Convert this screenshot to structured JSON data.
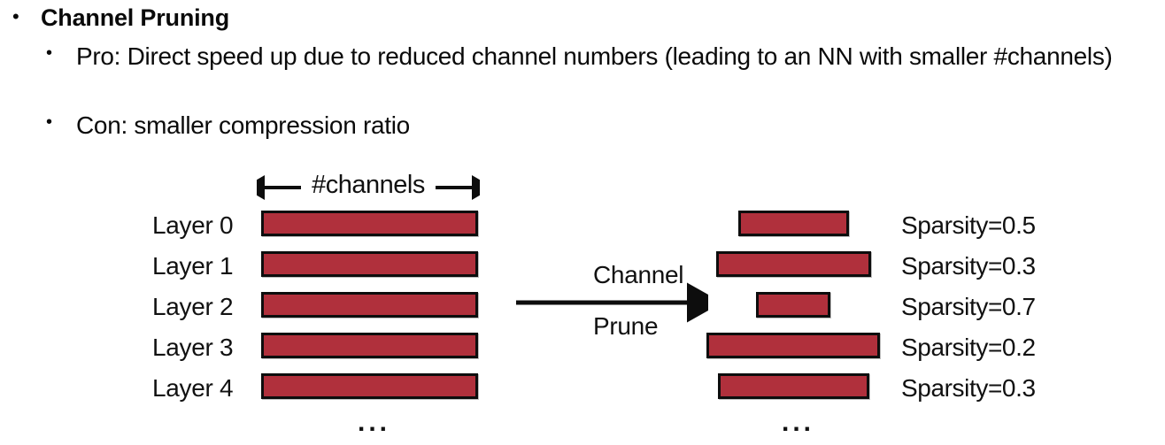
{
  "slide": {
    "title": "Channel Pruning",
    "bullets": [
      {
        "level": 1,
        "text": "Channel Pruning"
      },
      {
        "level": 2,
        "text": "Pro: Direct speed up due to reduced channel numbers (leading to an NN with smaller #channels)"
      },
      {
        "level": 2,
        "text": "Con: smaller compression ratio"
      }
    ]
  },
  "diagram": {
    "measure_label": "#channels",
    "transform_label_top": "Channel",
    "transform_label_bottom": "Prune",
    "ellipsis_left": "...",
    "ellipsis_right": "...",
    "bar_color": "#b0303c",
    "border_color": "#0d0d0d",
    "layers": [
      {
        "name": "Layer 0",
        "sparsity_label": "Sparsity=0.5",
        "sparsity": 0.5,
        "before_width": 245,
        "after_width": 125
      },
      {
        "name": "Layer 1",
        "sparsity_label": "Sparsity=0.3",
        "sparsity": 0.3,
        "before_width": 245,
        "after_width": 175
      },
      {
        "name": "Layer 2",
        "sparsity_label": "Sparsity=0.7",
        "sparsity": 0.7,
        "before_width": 245,
        "after_width": 84
      },
      {
        "name": "Layer 3",
        "sparsity_label": "Sparsity=0.2",
        "sparsity": 0.2,
        "before_width": 245,
        "after_width": 196
      },
      {
        "name": "Layer 4",
        "sparsity_label": "Sparsity=0.3",
        "sparsity": 0.3,
        "before_width": 245,
        "after_width": 171
      }
    ]
  }
}
